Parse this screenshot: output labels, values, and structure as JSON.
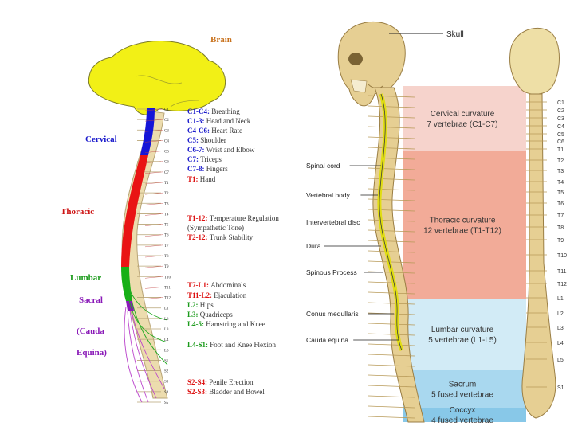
{
  "left": {
    "title": "Brain",
    "regions": {
      "cervical": "Cervical",
      "thoracic": "Thoracic",
      "lumbar": "Lumbar",
      "sacral": "Sacral",
      "cauda1": "(Cauda",
      "cauda2": "Equina)"
    },
    "functions": [
      {
        "code": "C1-C4:",
        "text": "Breathing",
        "color": "#1a1acc"
      },
      {
        "code": "C1-3:",
        "text": "Head and Neck",
        "color": "#1a1acc"
      },
      {
        "code": "C4-C6:",
        "text": "Heart Rate",
        "color": "#1a1acc"
      },
      {
        "code": "C5:",
        "text": "Shoulder",
        "color": "#1a1acc"
      },
      {
        "code": "C6-7:",
        "text": "Wrist and Elbow",
        "color": "#1a1acc"
      },
      {
        "code": "C7:",
        "text": "Triceps",
        "color": "#1a1acc"
      },
      {
        "code": "C7-8:",
        "text": "Fingers",
        "color": "#1a1acc"
      },
      {
        "code": "T1:",
        "text": "Hand",
        "color": "#dd1111"
      },
      {
        "code": "T1-12:",
        "text": "Temperature Regulation",
        "color": "#dd1111"
      },
      {
        "code": "",
        "text": "(Sympathetic Tone)",
        "color": "#dd1111"
      },
      {
        "code": "T2-12:",
        "text": "Trunk Stability",
        "color": "#dd1111"
      },
      {
        "code": "T7-L1:",
        "text": "Abdominals",
        "color": "#dd1111"
      },
      {
        "code": "T11-L2:",
        "text": "Ejaculation",
        "color": "#dd1111"
      },
      {
        "code": "L2:",
        "text": "Hips",
        "color": "#1a9a1a"
      },
      {
        "code": "L3:",
        "text": "Quadriceps",
        "color": "#1a9a1a"
      },
      {
        "code": "L4-5:",
        "text": "Hamstring and Knee",
        "color": "#1a9a1a"
      },
      {
        "code": "L4-S1:",
        "text": "Foot and Knee Flexion",
        "color": "#1a9a1a"
      },
      {
        "code": "S2-S4:",
        "text": "Penile Erection",
        "color": "#dd1111"
      },
      {
        "code": "S2-S3:",
        "text": "Bladder and Bowel",
        "color": "#dd1111"
      }
    ],
    "vertebra_labels": [
      "C1",
      "C2",
      "C3",
      "C4",
      "C5",
      "C6",
      "C7",
      "T1",
      "T2",
      "T3",
      "T4",
      "T5",
      "T6",
      "T7",
      "T8",
      "T9",
      "T10",
      "T11",
      "T12",
      "L1",
      "L2",
      "L3",
      "L4",
      "L5",
      "S1",
      "S2",
      "S3",
      "S4",
      "S5"
    ]
  },
  "right": {
    "skull": "Skull",
    "left_labels": [
      "Spinal cord",
      "Vertebral body",
      "Intervertebral disc",
      "Dura",
      "Spinous Process",
      "Conus medullaris",
      "Cauda equina"
    ],
    "bands": [
      {
        "line1": "Cervical curvature",
        "line2": "7 vertebrae (C1-C7)",
        "color": "#f6d3cc"
      },
      {
        "line1": "Thoracic curvature",
        "line2": "12 vertebrae (T1-T12)",
        "color": "#f2ab98"
      },
      {
        "line1": "Lumbar curvature",
        "line2": "5 vertebrae (L1-L5)",
        "color": "#d2ebf6"
      },
      {
        "line1": "Sacrum",
        "line2": "5 fused vertebrae",
        "color": "#a9d8ef"
      },
      {
        "line1": "Coccyx",
        "line2": "4 fused vertebrae",
        "color": "#88c8e8"
      }
    ],
    "spine_labels": [
      "C1",
      "C2",
      "C3",
      "C4",
      "C5",
      "C6",
      "T1",
      "T2",
      "T3",
      "T4",
      "T5",
      "T6",
      "T7",
      "T8",
      "T9",
      "T10",
      "T11",
      "T12",
      "L1",
      "L2",
      "L3",
      "L4",
      "L5",
      "S1"
    ]
  }
}
